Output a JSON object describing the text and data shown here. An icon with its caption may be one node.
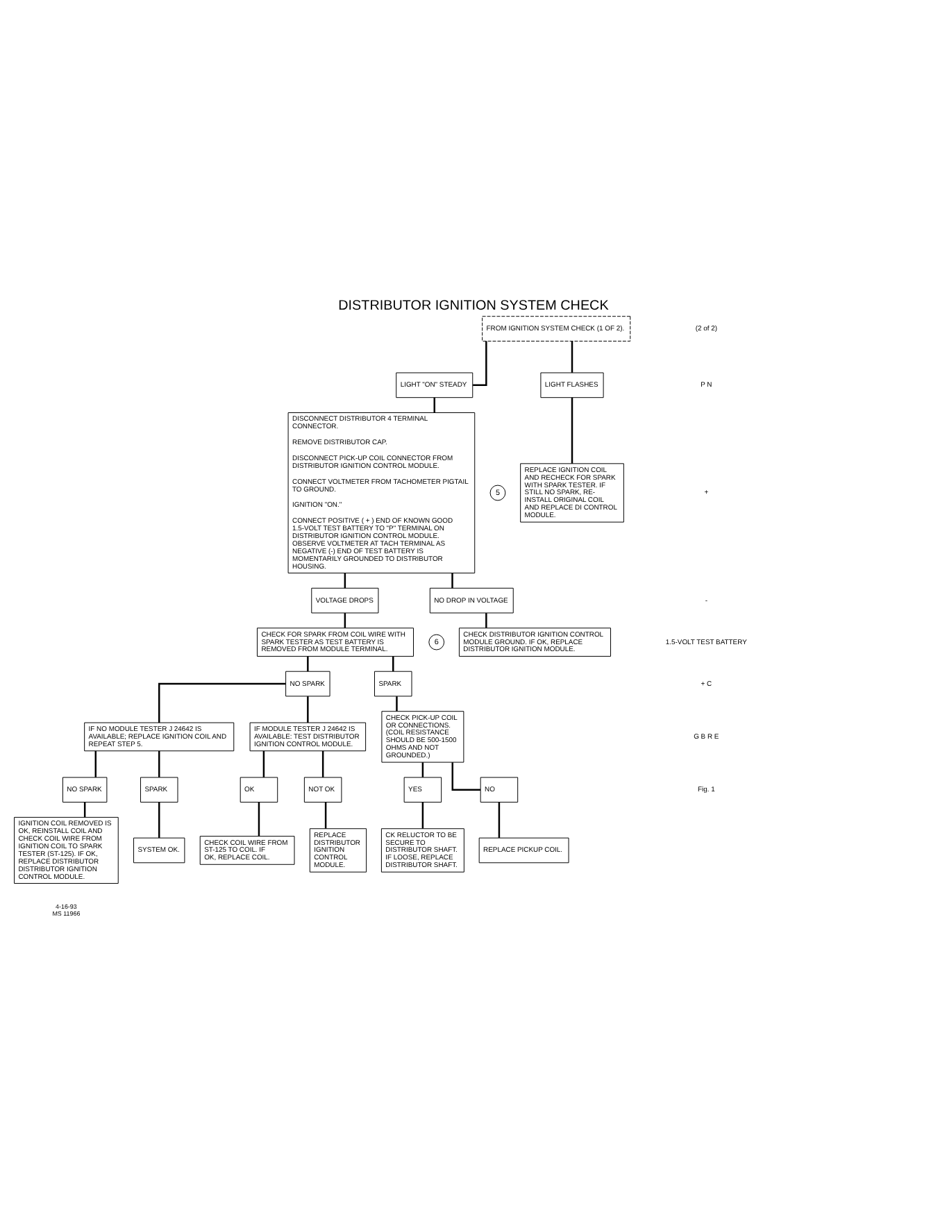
{
  "diagram": {
    "title": "DISTRIBUTOR IGNITION SYSTEM CHECK",
    "nodes": [
      {
        "text": [
          "FROM IGNITION SYSTEM CHECK (1 OF 2)."
        ]
      },
      {
        "text": [
          "LIGHT \"ON\" STEADY"
        ]
      },
      {
        "text": [
          "LIGHT FLASHES"
        ]
      },
      {
        "text": [
          "DISCONNECT DISTRIBUTOR 4 TERMINAL CONNECTOR.",
          "REMOVE DISTRIBUTOR CAP.",
          "DISCONNECT PICK-UP COIL CONNECTOR FROM DISTRIBUTOR IGNITION CONTROL MODULE.",
          "CONNECT VOLTMETER FROM TACHOMETER PIGTAIL TO GROUND.",
          "IGNITION \"ON.\"",
          "CONNECT POSITIVE ( + ) END OF KNOWN GOOD 1.5-VOLT TEST BATTERY TO \"P\" TERMINAL ON DISTRIBUTOR IGNITION CONTROL MODULE. OBSERVE VOLTMETER AT TACH TERMINAL AS NEGATIVE (-) END OF TEST BATTERY IS MOMENTARILY GROUNDED TO DISTRIBUTOR HOUSING."
        ],
        "beside": [
          "5"
        ]
      },
      {
        "text": [
          "REPLACE IGNITION COIL AND RECHECK FOR SPARK WITH SPARK TESTER. IF STILL NO SPARK, RE-INSTALL ORIGINAL COIL AND REPLACE DI CONTROL MODULE."
        ]
      },
      {
        "text": [
          "VOLTAGE DROPS"
        ]
      },
      {
        "text": [
          "NO DROP IN VOLTAGE"
        ]
      },
      {
        "text": [
          "CHECK FOR SPARK FROM COIL WIRE WITH SPARK TESTER AS TEST BATTERY IS REMOVED FROM MODULE TERMINAL."
        ],
        "beside": [
          "6"
        ]
      },
      {
        "text": [
          "CHECK DISTRIBUTOR IGNITION CONTROL MODULE GROUND. IF OK, REPLACE DISTRIBUTOR IGNITION MODULE."
        ]
      },
      {
        "text": [
          "NO SPARK"
        ]
      },
      {
        "text": [
          "SPARK"
        ]
      },
      {
        "text": [
          "IF NO MODULE TESTER J 24642 IS AVAILABLE; REPLACE IGNITION COIL AND REPEAT STEP 5."
        ]
      },
      {
        "text": [
          "IF MODULE TESTER J 24642 IS AVAILABLE: TEST DISTRIBUTOR IGNITION CONTROL MODULE."
        ]
      },
      {
        "text": [
          "CHECK PICK-UP COIL OR CONNECTIONS. (COIL RESISTANCE SHOULD BE 500-1500 OHMS AND NOT GROUNDED.)"
        ]
      },
      {
        "text": [
          "NO SPARK"
        ]
      },
      {
        "text": [
          "SPARK"
        ]
      },
      {
        "text": [
          "OK"
        ]
      },
      {
        "text": [
          "NOT OK"
        ]
      },
      {
        "text": [
          "IGNITION COIL REMOVED IS OK, REINSTALL COIL AND CHECK COIL WIRE FROM IGNITION COIL TO SPARK TESTER (ST-125). IF OK, REPLACE DISTRIBUTOR DISTRIBUTOR IGNITION CONTROL MODULE."
        ]
      },
      {
        "text": [
          "SYSTEM OK."
        ]
      },
      {
        "text": [
          "CHECK COIL WIRE FROM ST-125 TO COIL. IF OK, REPLACE COIL."
        ]
      },
      {
        "text": [
          "REPLACE DISTRIBUTOR IGNITION CONTROL MODULE."
        ]
      },
      {
        "text": [
          "YES"
        ]
      },
      {
        "text": [
          "NO"
        ]
      },
      {
        "text": [
          "CK RELUCTOR TO BE SECURE TO DISTRIBUTOR SHAFT. IF LOOSE, REPLACE DISTRIBUTOR SHAFT."
        ]
      },
      {
        "text": [
          "REPLACE PICKUP COIL."
        ]
      }
    ],
    "edges": [
      {
        "from": 0,
        "to": 1,
        "arrow": "none"
      },
      {
        "from": 0,
        "to": 2,
        "arrow": "none"
      },
      {
        "from": 1,
        "to": 3,
        "arrow": "none"
      },
      {
        "from": 2,
        "to": 4,
        "arrow": "none"
      },
      {
        "from": 3,
        "to": 5,
        "arrow": "none"
      },
      {
        "from": 3,
        "to": 6,
        "arrow": "none"
      },
      {
        "from": 5,
        "to": 7,
        "arrow": "none"
      },
      {
        "from": 6,
        "to": 8,
        "arrow": "none"
      },
      {
        "from": 7,
        "to": 9,
        "arrow": "none"
      },
      {
        "from": 7,
        "to": 10,
        "arrow": "none"
      },
      {
        "from": 9,
        "to": 11,
        "arrow": "none"
      },
      {
        "from": 9,
        "to": 12,
        "arrow": "none"
      },
      {
        "from": 10,
        "to": 13,
        "arrow": "none"
      },
      {
        "from": 11,
        "to": 14,
        "arrow": "none"
      },
      {
        "from": 11,
        "to": 15,
        "arrow": "none"
      },
      {
        "from": 12,
        "to": 16,
        "arrow": "none"
      },
      {
        "from": 12,
        "to": 17,
        "arrow": "none"
      },
      {
        "from": 13,
        "to": 22,
        "arrow": "none"
      },
      {
        "from": 13,
        "to": 23,
        "arrow": "none"
      },
      {
        "from": 14,
        "to": 18,
        "arrow": "none"
      },
      {
        "from": 15,
        "to": 19,
        "arrow": "none"
      },
      {
        "from": 16,
        "to": 20,
        "arrow": "none"
      },
      {
        "from": 17,
        "to": 21,
        "arrow": "none"
      },
      {
        "from": 22,
        "to": 24,
        "arrow": "none"
      },
      {
        "from": 23,
        "to": 25,
        "arrow": "none"
      }
    ],
    "labels": [
      "(2 of 2)",
      "P N",
      "+",
      "-",
      "1.5-VOLT TEST BATTERY",
      "+ C",
      "G B R E",
      "Fig. 1",
      "4-16-93",
      "MS 11966"
    ]
  }
}
